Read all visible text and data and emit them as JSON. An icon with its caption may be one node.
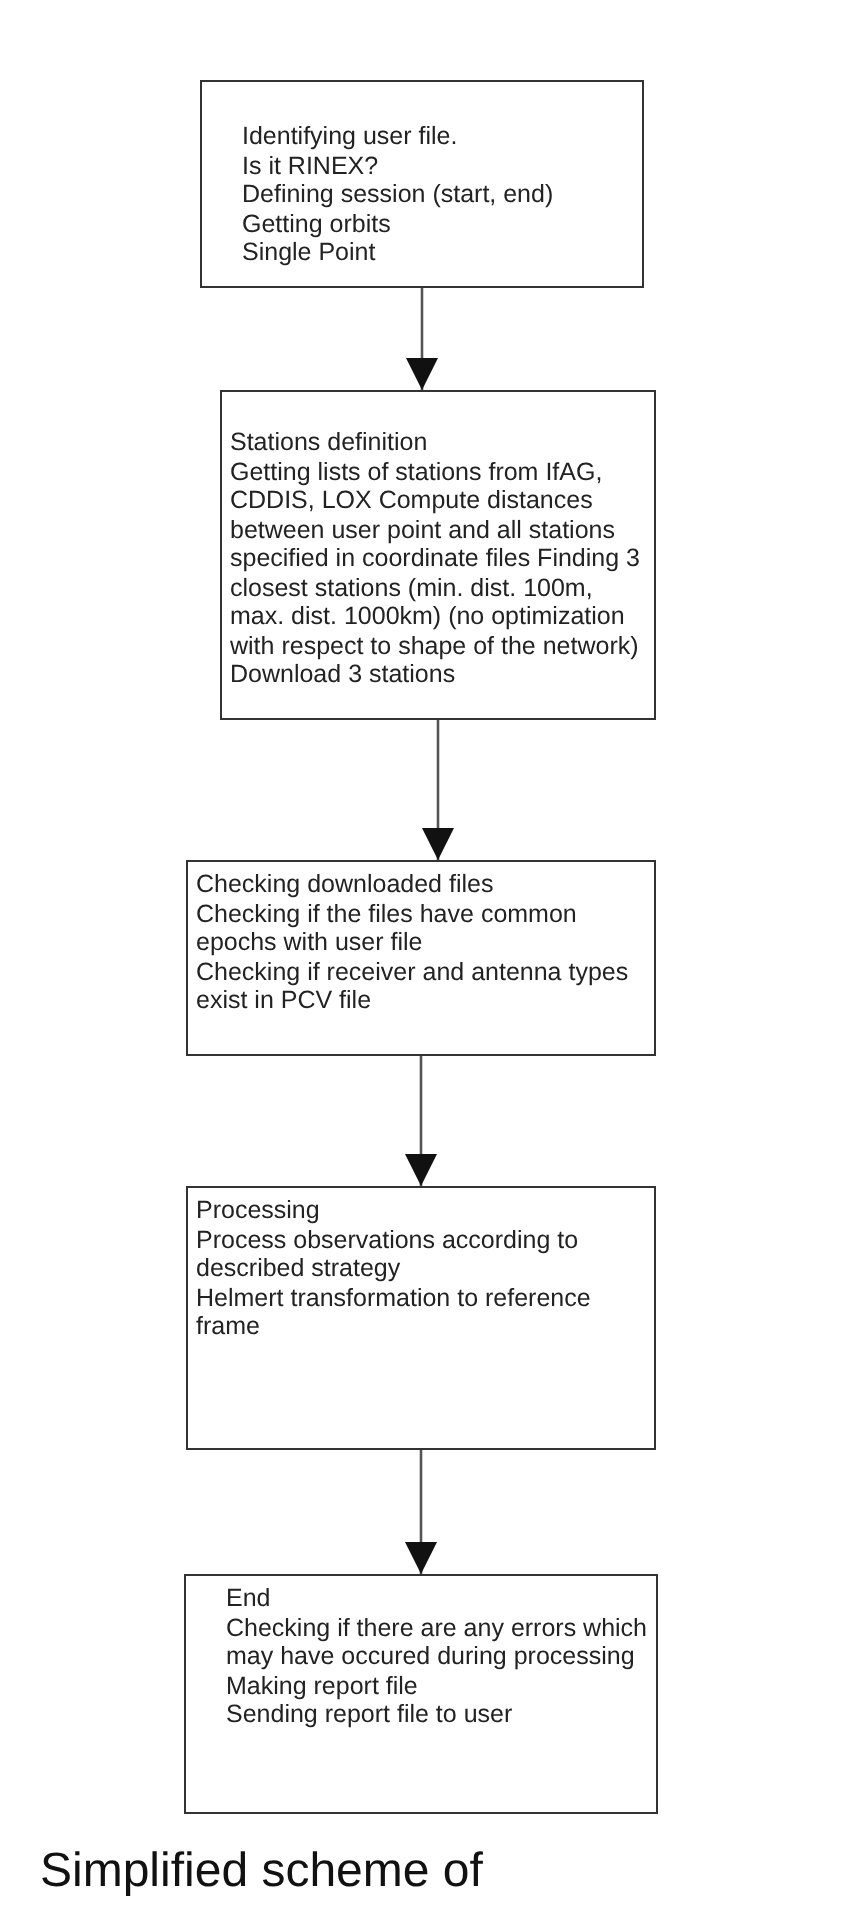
{
  "diagram": {
    "caption": "Simplified scheme of",
    "nodes": [
      {
        "text": [
          "Identifying user file.",
          "Is it RINEX?",
          "Defining session (start, end)",
          "Getting orbits",
          "Single Point"
        ]
      },
      {
        "text": [
          "Stations definition",
          "Getting lists of stations from IfAG, CDDIS, LOX Compute distances between user point and all stations specified in coordinate files Finding 3 closest stations (min. dist. 100m, max. dist. 1000km) (no optimization with respect to shape of the network)",
          "Download 3 stations"
        ]
      },
      {
        "text": [
          "Checking downloaded files",
          "Checking if the files have common epochs with user file",
          "Checking if receiver and antenna types exist in PCV file"
        ]
      },
      {
        "text": [
          "Processing",
          "Process observations according to described strategy",
          "Helmert transformation to reference frame"
        ]
      },
      {
        "text": [
          "End",
          "Checking if there are any errors which may have occured during processing",
          "Making report file",
          "Sending report file to user"
        ]
      }
    ],
    "edges": [
      {
        "from": 0,
        "to": 1,
        "arrow": "to"
      },
      {
        "from": 1,
        "to": 2,
        "arrow": "to"
      },
      {
        "from": 2,
        "to": 3,
        "arrow": "to"
      },
      {
        "from": 3,
        "to": 4,
        "arrow": "to"
      }
    ]
  }
}
